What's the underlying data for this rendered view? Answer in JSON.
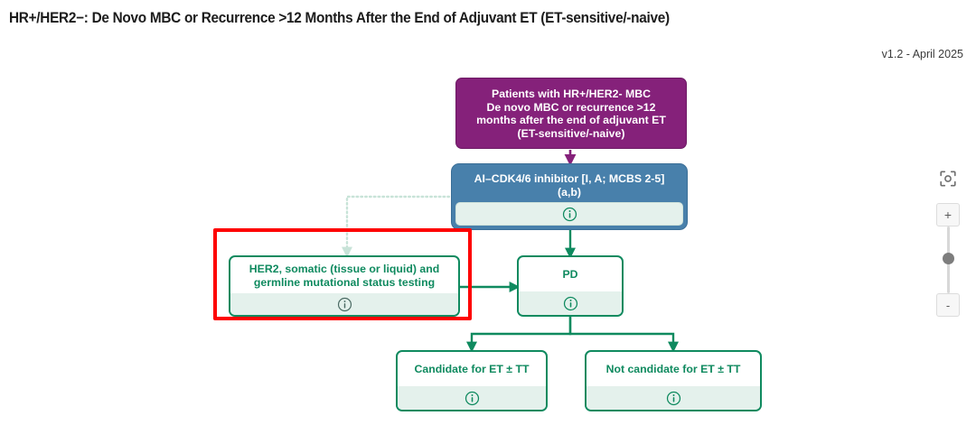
{
  "header": {
    "title": "HR+/HER2−: De Novo MBC or Recurrence >12 Months After the End of Adjuvant ET (ET-sensitive/-naive)",
    "version": "v1.2 - April 2025"
  },
  "diagram": {
    "nodes": {
      "patients": {
        "label": "Patients with HR+/HER2- MBC\nDe novo MBC or recurrence >12\nmonths after the end of adjuvant ET\n(ET-sensitive/-naive)",
        "color": "#85217a",
        "has_info": false
      },
      "treatment": {
        "label": "AI–CDK4/6 inhibitor [I, A; MCBS 2-5]\n(a,b)",
        "color": "#4880ab",
        "has_info": true,
        "info_icon": "info-circle-icon"
      },
      "testing": {
        "label": "HER2, somatic (tissue or liquid) and\ngermline mutational status testing",
        "color": "#0f8a5f",
        "has_info": true,
        "info_icon": "info-circle-icon",
        "selected": true
      },
      "pd": {
        "label": "PD",
        "color": "#0f8a5f",
        "has_info": true,
        "info_icon": "info-circle-icon"
      },
      "candidate": {
        "label": "Candidate for ET ± TT",
        "color": "#0f8a5f",
        "has_info": true,
        "info_icon": "info-circle-icon"
      },
      "not_candidate": {
        "label": "Not candidate for ET ± TT",
        "color": "#0f8a5f",
        "has_info": true,
        "info_icon": "info-circle-icon"
      }
    },
    "selection_color": "#fe0000",
    "edge_color": "#0f8a5f",
    "dashed_edge_color": "#c8e3d8"
  },
  "controls": {
    "fit_view": "fit-to-view-icon",
    "zoom_in": "+",
    "zoom_out": "-"
  }
}
